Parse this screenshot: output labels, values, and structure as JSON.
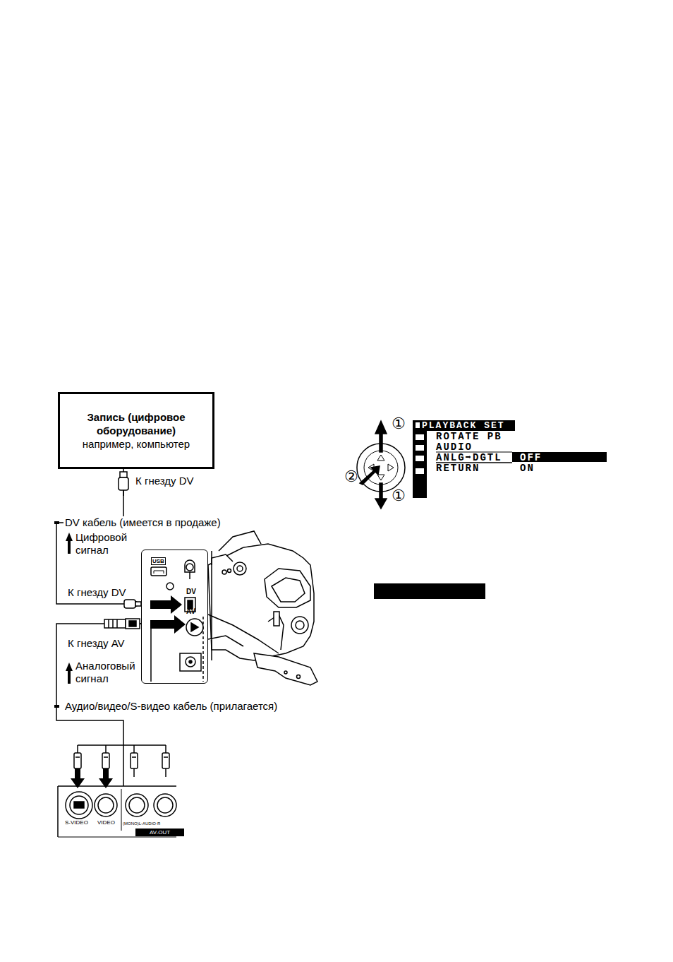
{
  "diagram": {
    "nodes": [
      {
        "text": [
          "Запись (цифровое оборудование)",
          "например, компьютер"
        ]
      },
      {
        "text": [
          "USB",
          "DV",
          "AV"
        ]
      },
      {
        "text": [
          "S-VIDEO",
          "VIDEO",
          "(MONO)L-AUDIO-R",
          "AV-OUT"
        ]
      }
    ],
    "edges": [
      {
        "from": 0,
        "to": 1,
        "label": "DV кабель (имеется в продаже)",
        "arrow": "to"
      },
      {
        "from": 2,
        "to": 1,
        "label": "Аудио/видео/S-видео кабель (прилагается)",
        "arrow": "to"
      }
    ],
    "labels": [
      "К гнезду DV",
      "Цифровой сигнал",
      "К гнезду DV",
      "К гнезду AV",
      "Аналоговый сигнал",
      "PLAYBACK SET",
      "ROTATE PB",
      "AUDIO",
      "ANLG➡DGTL",
      "OFF",
      "RETURN",
      "ON",
      "①",
      "②",
      "①"
    ]
  }
}
